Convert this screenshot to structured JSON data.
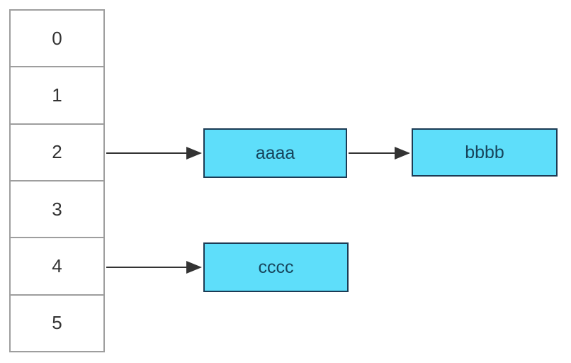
{
  "diagram": {
    "type": "hash-table-with-chaining",
    "array": {
      "slots": [
        "0",
        "1",
        "2",
        "3",
        "4",
        "5"
      ]
    },
    "nodes": {
      "a": {
        "label": "aaaa"
      },
      "b": {
        "label": "bbbb"
      },
      "c": {
        "label": "cccc"
      }
    },
    "links": [
      {
        "from": "slot-2",
        "to": "aaaa"
      },
      {
        "from": "aaaa",
        "to": "bbbb"
      },
      {
        "from": "slot-4",
        "to": "cccc"
      }
    ],
    "colors": {
      "node_fill": "#5EDEFA",
      "node_border": "#1C3B54",
      "node_text": "#17455C",
      "array_border": "#9E9E9E",
      "array_text": "#333333",
      "arrow": "#333333",
      "background": "#FFFFFF"
    }
  }
}
